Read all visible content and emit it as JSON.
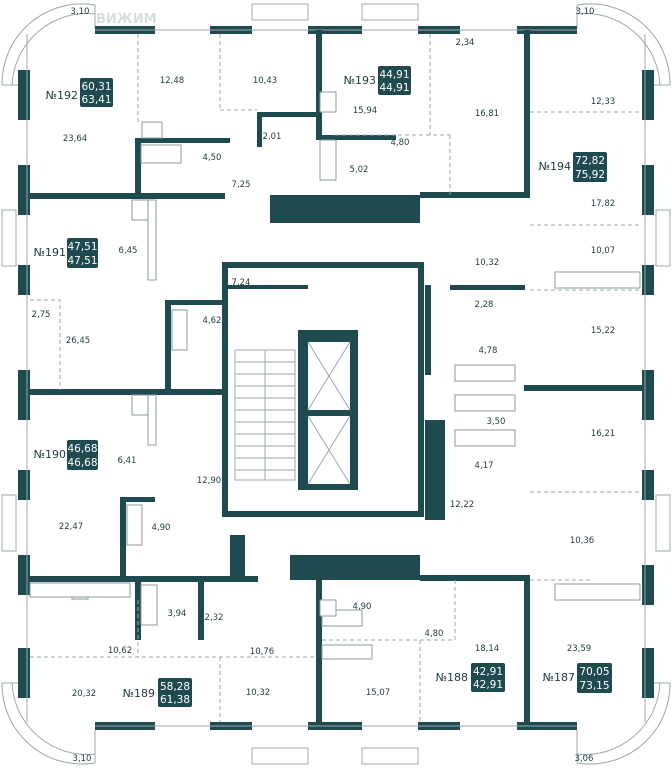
{
  "watermark": "ВИЖИМ",
  "colors": {
    "wall": "#1f4b50",
    "badge": "#1f4b50",
    "badge_text": "#ffffff",
    "label": "#1f3a3d"
  },
  "balconies": {
    "top_left": "3,10",
    "top_right": "3,10",
    "bottom_left": "3,10",
    "bottom_right": "3,06"
  },
  "apartments": {
    "a192": {
      "number": "№192",
      "area_total": "60,31",
      "area_with_balcony": "63,41",
      "rooms": [
        "12,48",
        "10,43",
        "23,64",
        "4,50",
        "2,01",
        "7,25"
      ]
    },
    "a193": {
      "number": "№193",
      "area_total": "44,91",
      "area_with_balcony": "44,91",
      "rooms": [
        "15,94",
        "2,34",
        "16,81",
        "4,80",
        "5,02"
      ]
    },
    "a194": {
      "number": "№194",
      "area_total": "72,82",
      "area_with_balcony": "75,92",
      "rooms": [
        "12,33",
        "17,82",
        "10,07",
        "10,32",
        "15,22",
        "2,28",
        "4,78"
      ]
    },
    "a191": {
      "number": "№191",
      "area_total": "47,51",
      "area_with_balcony": "47,51",
      "rooms": [
        "6,45",
        "7,24",
        "2,75",
        "26,45",
        "4,62"
      ]
    },
    "a190": {
      "number": "№190",
      "area_total": "46,68",
      "area_with_balcony": "46,68",
      "rooms": [
        "6,41",
        "12,90",
        "22,47",
        "4,90"
      ]
    },
    "a189": {
      "number": "№189",
      "area_total": "58,28",
      "area_with_balcony": "61,38",
      "rooms": [
        "3,94",
        "2,32",
        "10,62",
        "10,76",
        "20,32",
        "10,32"
      ]
    },
    "a188": {
      "number": "№188",
      "area_total": "42,91",
      "area_with_balcony": "42,91",
      "rooms": [
        "4,90",
        "4,80",
        "18,14",
        "15,07"
      ]
    },
    "a187": {
      "number": "№187",
      "area_total": "70,05",
      "area_with_balcony": "73,15",
      "rooms": [
        "3,50",
        "16,21",
        "4,17",
        "12,22",
        "10,36",
        "23,59"
      ]
    }
  }
}
